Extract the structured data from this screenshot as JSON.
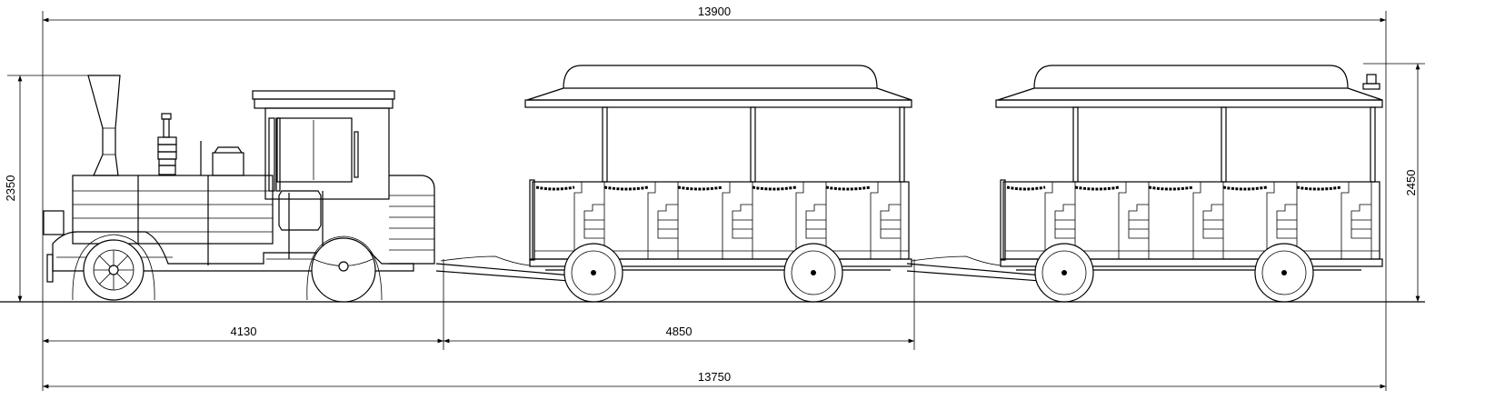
{
  "dimensions": {
    "overall_length": "13900",
    "loco_height": "2350",
    "carriage_height": "2450",
    "loco_length": "4130",
    "carriage_length": "4850",
    "wheelbase_total": "13750"
  }
}
